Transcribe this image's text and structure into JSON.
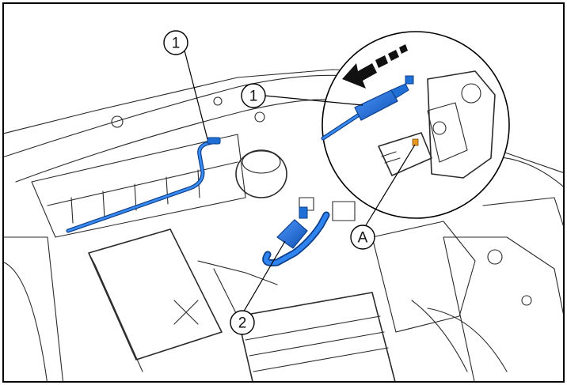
{
  "callouts": {
    "c1_top": "1",
    "c1_detail": "1",
    "c2": "2",
    "cA": "A"
  },
  "colors": {
    "part_blue": "#1f6fd6",
    "part_blue_dark": "#0e3f8a",
    "outline": "#2b2b2b",
    "surface": "#eeeeee",
    "frame": "#000000"
  },
  "icons": {
    "direction_arrow": "dashed-arrow-left-icon"
  }
}
